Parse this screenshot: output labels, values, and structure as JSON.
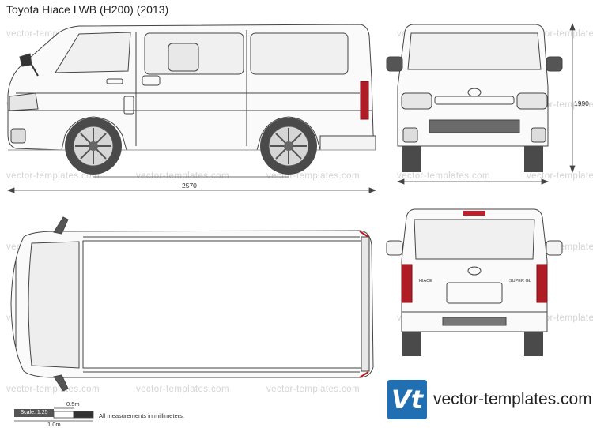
{
  "title": "Toyota Hiace LWB (H200) (2013)",
  "watermark_text": "vector-templates.com",
  "dimensions": {
    "length": "2570",
    "height": "1990"
  },
  "front_badges": {
    "rear_left": "HIACE",
    "rear_right": "SUPER GL"
  },
  "scale": {
    "label": "Scale: 1:25",
    "half_meter": "0.5m",
    "one_meter": "1.0m",
    "note": "All measurements in millimeters."
  },
  "brand": {
    "logo_letters": "Vt",
    "site": "vector-templates.com",
    "color": "#1f6fb2"
  }
}
